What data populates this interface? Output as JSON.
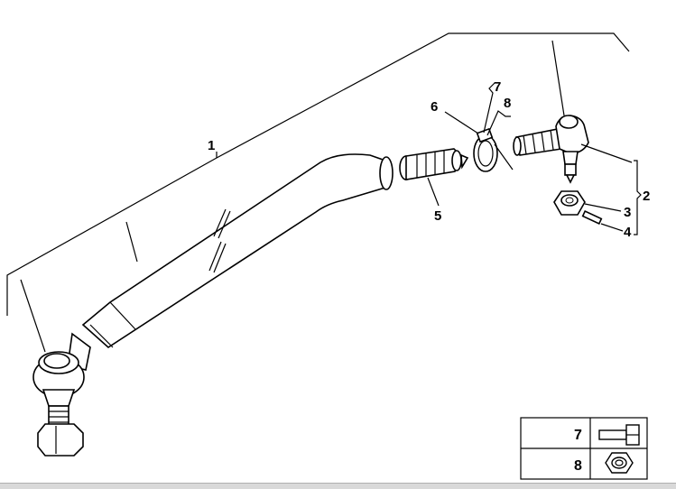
{
  "callouts": {
    "c1": "1",
    "c2": "2",
    "c3": "3",
    "c4": "4",
    "c5": "5",
    "c6": "6",
    "c7": "7",
    "c8": "8"
  },
  "legend": {
    "rows": [
      {
        "number": "7",
        "icon": "bolt-icon"
      },
      {
        "number": "8",
        "icon": "hex-nut-icon"
      }
    ]
  }
}
